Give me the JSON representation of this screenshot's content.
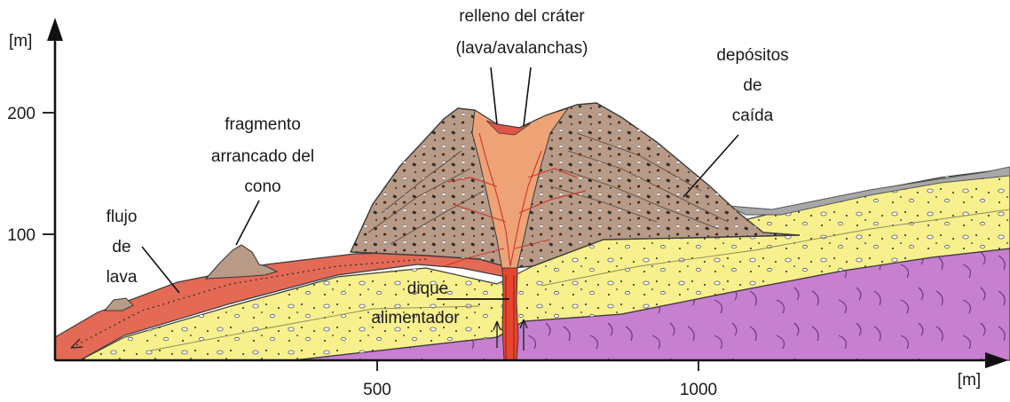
{
  "axes": {
    "y_unit": "[m]",
    "x_unit": "[m]",
    "y_ticks": [
      {
        "value": 100,
        "label": "100"
      },
      {
        "value": 200,
        "label": "200"
      }
    ],
    "x_ticks": [
      {
        "value": 500,
        "label": "500"
      },
      {
        "value": 1000,
        "label": "1000"
      }
    ]
  },
  "labels": {
    "crater_fill": [
      "relleno del cráter",
      "(lava/avalanchas)"
    ],
    "fall_deposits": [
      "depósitos",
      "de",
      "caída"
    ],
    "cone_fragment": [
      "fragmento",
      "arrancado del",
      "cono"
    ],
    "lava_flow": [
      "flujo",
      "de",
      "lava"
    ],
    "feeder_dike": [
      "dique",
      "alimentador"
    ]
  },
  "colors": {
    "cone": "#b89a87",
    "crater_core": "#eea377",
    "crater_fill": "#e0564a",
    "lava_flow": "#e46a56",
    "yellow_layer": "#f7f08c",
    "purple_basement": "#c77fd0",
    "dike": "#e8452f"
  }
}
